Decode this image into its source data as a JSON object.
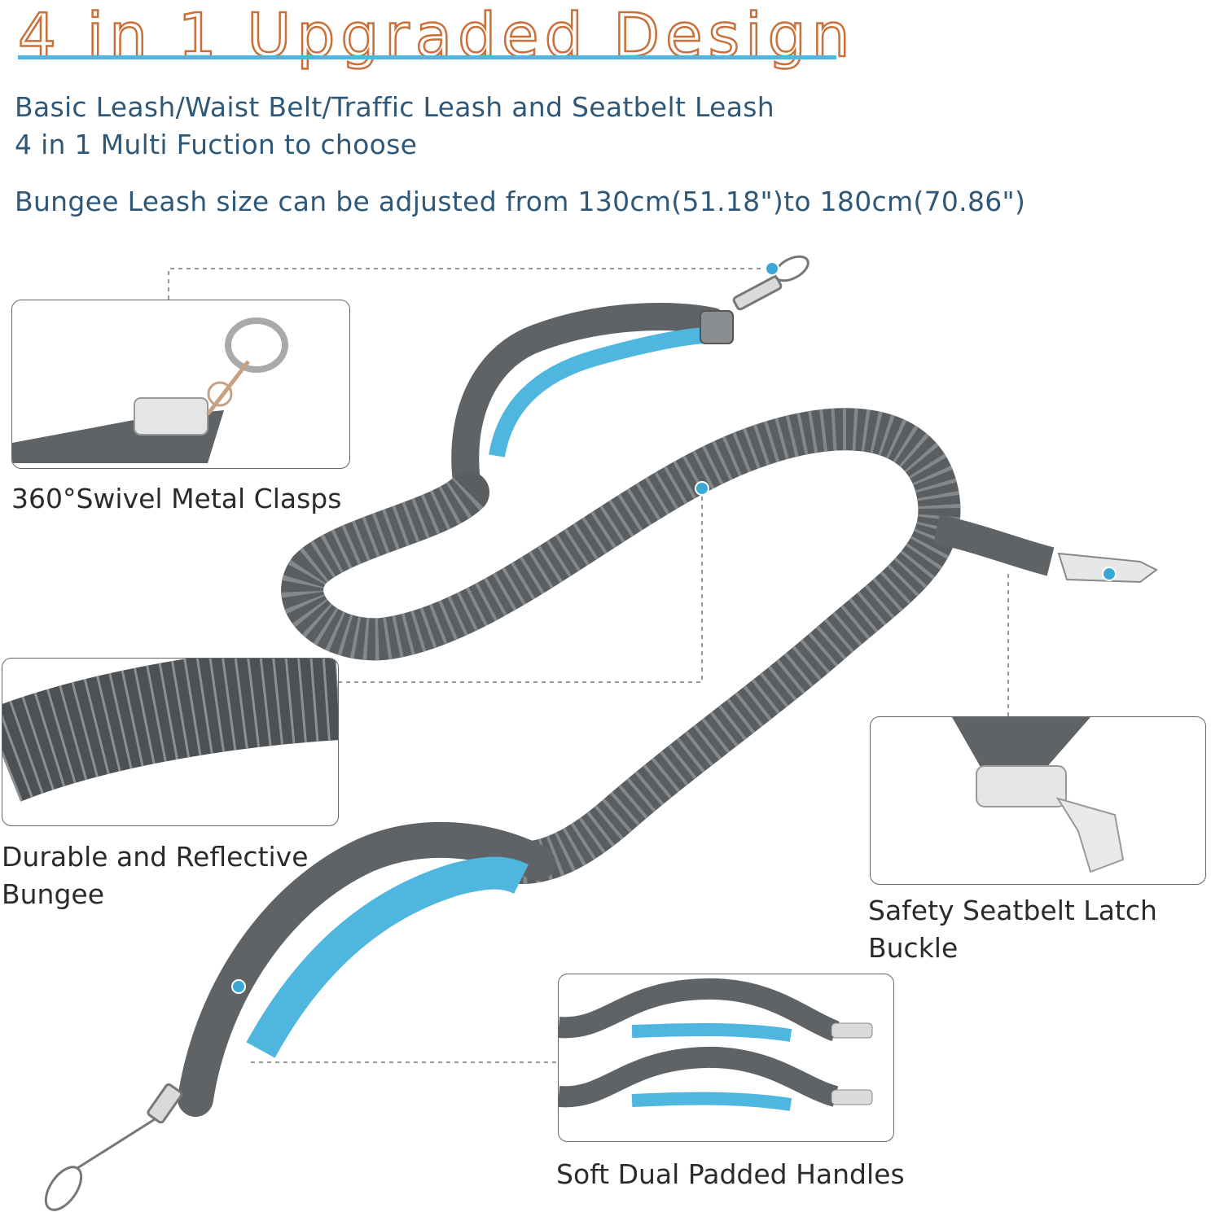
{
  "title": "4 in 1 Upgraded Design",
  "subtitle_line1": "Basic Leash/Waist Belt/Traffic Leash and Seatbelt Leash",
  "subtitle_line2": "4 in 1 Multi Fuction to choose",
  "size_note": "Bungee Leash size can be adjusted from 130cm(51.18\")to 180cm(70.86\")",
  "features": {
    "clasps": "360°Swivel Metal Clasps",
    "bungee_line1": "Durable and Reflective",
    "bungee_line2": "Bungee",
    "seatbelt_line1": "Safety Seatbelt Latch",
    "seatbelt_line2": "Buckle",
    "handles": "Soft Dual Padded Handles"
  },
  "colors": {
    "title_outline": "#c9703a",
    "accent_blue": "#4fb6df",
    "webbing_gray": "#5f6366",
    "subtitle_text": "#2f5878"
  }
}
